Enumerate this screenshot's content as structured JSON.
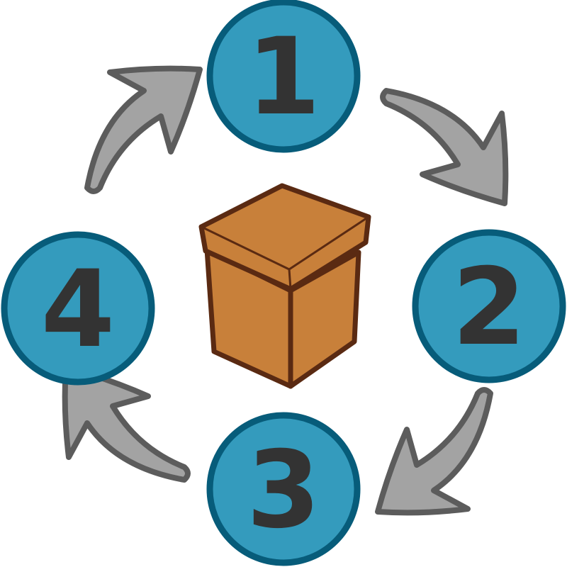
{
  "diagram": {
    "type": "cycle",
    "center_item": "box-icon",
    "steps": [
      {
        "label": "1"
      },
      {
        "label": "2"
      },
      {
        "label": "3"
      },
      {
        "label": "4"
      }
    ]
  },
  "colors": {
    "circle_fill": "#349bbd",
    "circle_stroke": "#075c7a",
    "number": "#333333",
    "arrow_fill": "#a3a3a3",
    "arrow_stroke": "#5c5c5c",
    "box_fill": "#c8803a",
    "box_stroke": "#5a2a12"
  }
}
